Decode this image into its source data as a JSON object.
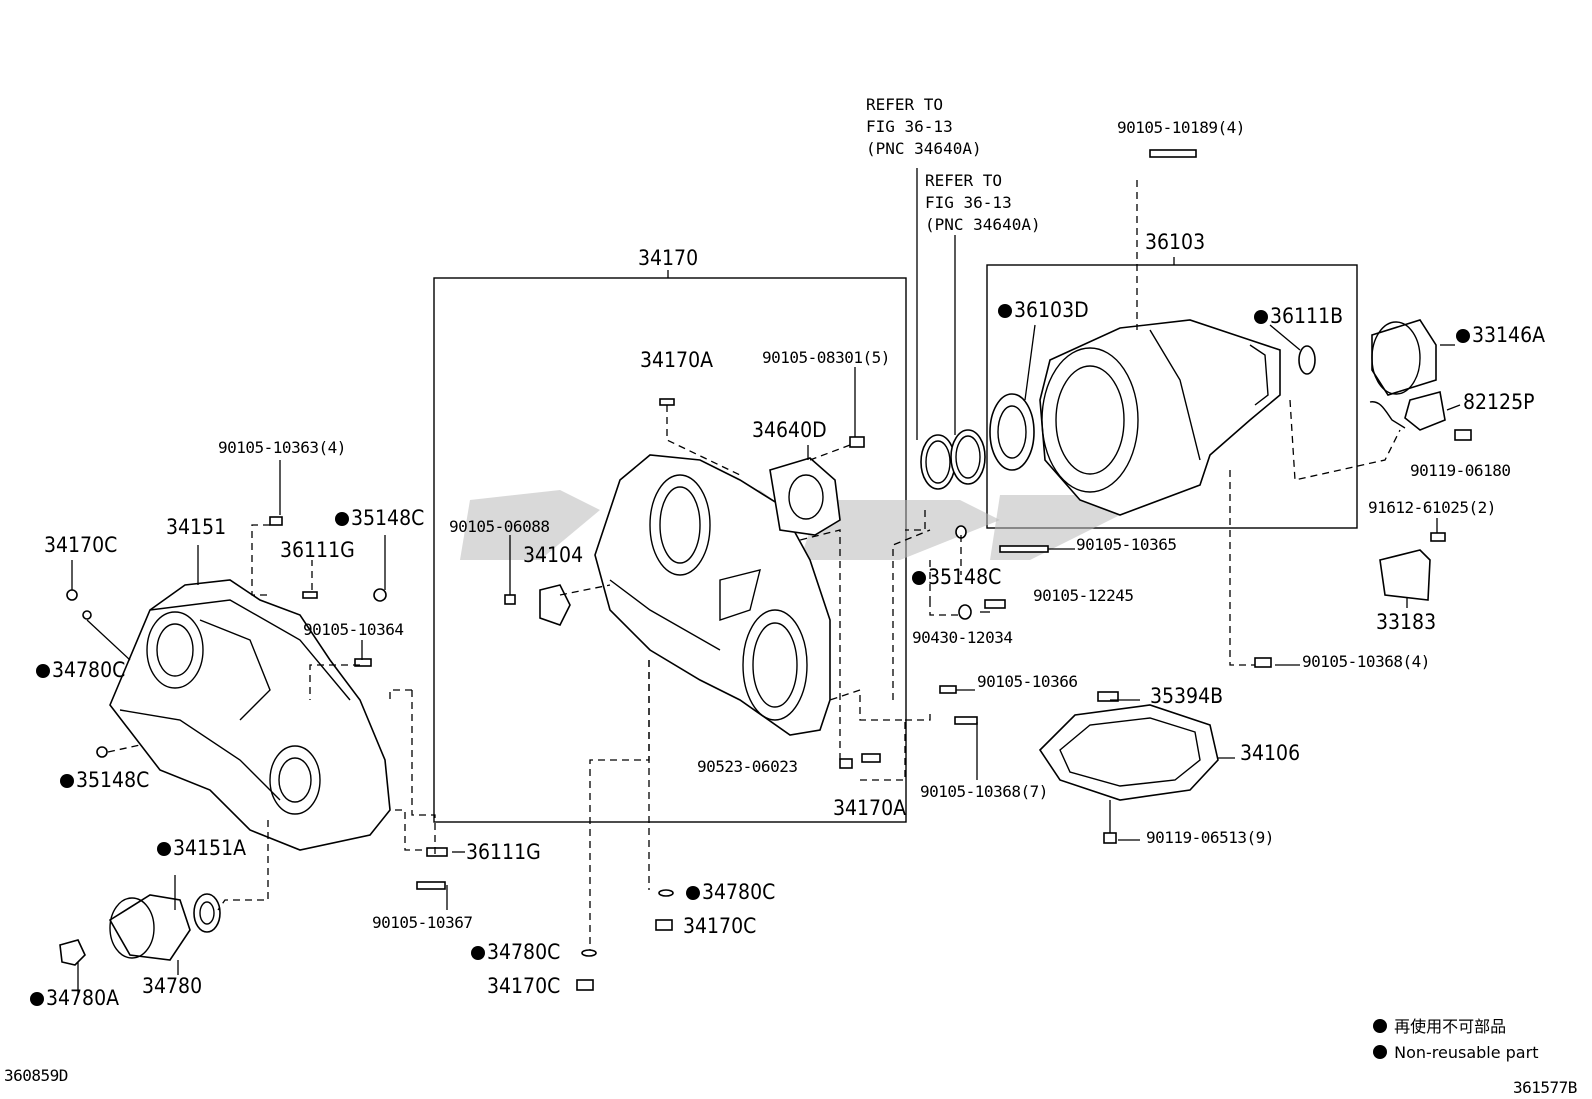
{
  "diagram": {
    "corner_left_code": "360859D",
    "corner_right_code": "361577B",
    "group_labels": [
      {
        "id": "34170",
        "text": "34170"
      },
      {
        "id": "36103",
        "text": "36103"
      }
    ],
    "refer_notes": [
      {
        "id": "refer-a",
        "text": "REFER TO\nFIG 36-13\n(PNC 34640A)"
      },
      {
        "id": "refer-b",
        "text": "REFER TO\nFIG 36-13\n(PNC 34640A)"
      }
    ],
    "part_labels": [
      {
        "text": "34170C",
        "nonreusable": false
      },
      {
        "text": "34151",
        "nonreusable": false
      },
      {
        "text": "90105-10363(4)",
        "nonreusable": false
      },
      {
        "text": "35148C",
        "nonreusable": true
      },
      {
        "text": "36111G",
        "nonreusable": false
      },
      {
        "text": "90105-10364",
        "nonreusable": false
      },
      {
        "text": "34780C",
        "nonreusable": true
      },
      {
        "text": "35148C",
        "nonreusable": true
      },
      {
        "text": "34151A",
        "nonreusable": true
      },
      {
        "text": "34780",
        "nonreusable": false
      },
      {
        "text": "34780A",
        "nonreusable": true
      },
      {
        "text": "36111G",
        "nonreusable": false
      },
      {
        "text": "90105-10367",
        "nonreusable": false
      },
      {
        "text": "34170A",
        "nonreusable": false
      },
      {
        "text": "90105-08301(5)",
        "nonreusable": false
      },
      {
        "text": "34640D",
        "nonreusable": false
      },
      {
        "text": "90105-06088",
        "nonreusable": false
      },
      {
        "text": "34104",
        "nonreusable": false
      },
      {
        "text": "90523-06023",
        "nonreusable": false
      },
      {
        "text": "34170A",
        "nonreusable": false
      },
      {
        "text": "34780C",
        "nonreusable": true
      },
      {
        "text": "34170C",
        "nonreusable": false
      },
      {
        "text": "34780C",
        "nonreusable": true
      },
      {
        "text": "34170C",
        "nonreusable": false
      },
      {
        "text": "35148C",
        "nonreusable": true
      },
      {
        "text": "90105-12245",
        "nonreusable": false
      },
      {
        "text": "90430-12034",
        "nonreusable": false
      },
      {
        "text": "90105-10365",
        "nonreusable": false
      },
      {
        "text": "90105-10366",
        "nonreusable": false
      },
      {
        "text": "90105-10368(7)",
        "nonreusable": false
      },
      {
        "text": "90105-10189(4)",
        "nonreusable": false
      },
      {
        "text": "36103D",
        "nonreusable": true
      },
      {
        "text": "36111B",
        "nonreusable": true
      },
      {
        "text": "33146A",
        "nonreusable": true
      },
      {
        "text": "82125P",
        "nonreusable": false
      },
      {
        "text": "90119-06180",
        "nonreusable": false
      },
      {
        "text": "91612-61025(2)",
        "nonreusable": false
      },
      {
        "text": "33183",
        "nonreusable": false
      },
      {
        "text": "90105-10368(4)",
        "nonreusable": false
      },
      {
        "text": "35394B",
        "nonreusable": false
      },
      {
        "text": "34106",
        "nonreusable": false
      },
      {
        "text": "90119-06513(9)",
        "nonreusable": false
      }
    ],
    "legend": [
      {
        "text": "再使用不可部品"
      },
      {
        "text": "Non-reusable part"
      }
    ]
  }
}
